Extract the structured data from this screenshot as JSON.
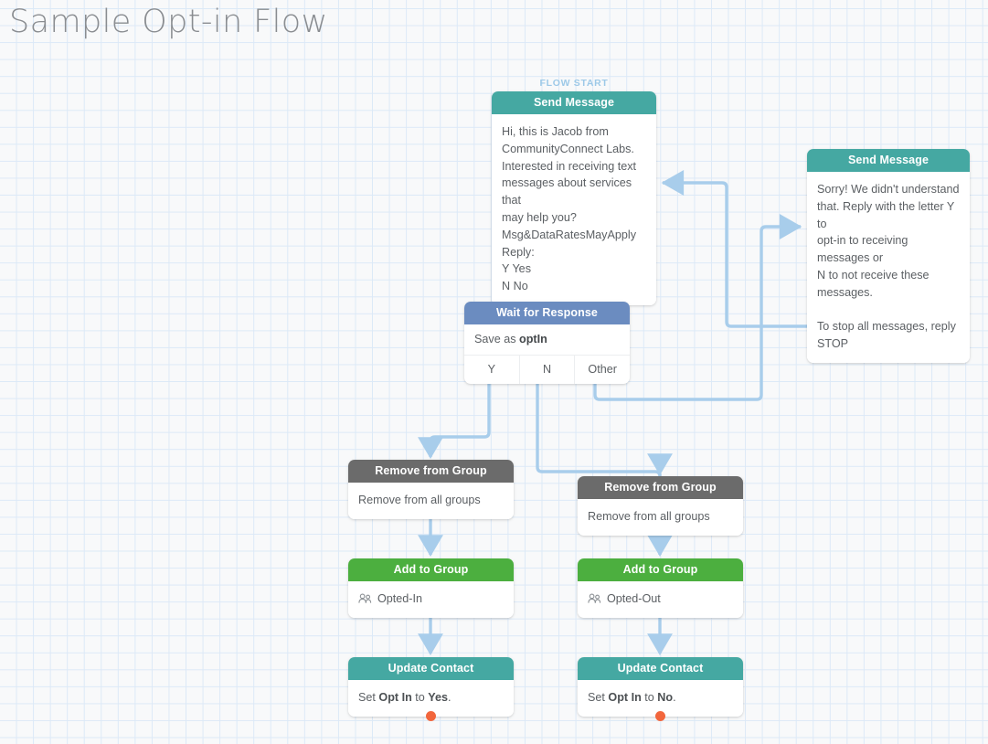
{
  "page": {
    "title": "Sample Opt-in Flow",
    "flow_start_label": "FLOW START"
  },
  "colors": {
    "canvas_bg": "#f8f9fa",
    "grid_line": "#dce9f7",
    "header_teal": "#45a8a2",
    "header_blue": "#6b8cc0",
    "header_gray": "#6b6b6b",
    "header_green": "#4caf3f",
    "connector": "#a8cdeb",
    "dot_orange": "#f2663c",
    "title_gray": "#8a8d91",
    "flow_start_blue": "#9dc9e8"
  },
  "nodes": {
    "send_message_intro": {
      "header": "Send Message",
      "lines": [
        "Hi, this is Jacob from",
        "CommunityConnect Labs.",
        "Interested in receiving text",
        "messages about services that",
        "may help you?",
        "Msg&DataRatesMayApply",
        "Reply:",
        "Y Yes",
        "N No"
      ]
    },
    "send_message_error": {
      "header": "Send Message",
      "lines": [
        "Sorry! We didn't understand",
        "that. Reply with the letter Y to",
        "opt-in to receiving messages or",
        "N to not receive these",
        "messages.",
        "",
        "To stop all messages, reply",
        "STOP"
      ]
    },
    "wait_for_response": {
      "header": "Wait for Response",
      "save_as_prefix": "Save as ",
      "save_as_variable": "optIn",
      "branches": [
        "Y",
        "N",
        "Other"
      ]
    },
    "remove_from_group_left": {
      "header": "Remove from Group",
      "body": "Remove from all groups"
    },
    "remove_from_group_right": {
      "header": "Remove from Group",
      "body": "Remove from all groups"
    },
    "add_to_group_left": {
      "header": "Add to Group",
      "group_name": "Opted-In",
      "icon": "people-icon"
    },
    "add_to_group_right": {
      "header": "Add to Group",
      "group_name": "Opted-Out",
      "icon": "people-icon"
    },
    "update_contact_left": {
      "header": "Update Contact",
      "prefix": "Set ",
      "field": "Opt In",
      "middle": " to ",
      "value": "Yes",
      "suffix": "."
    },
    "update_contact_right": {
      "header": "Update Contact",
      "prefix": "Set ",
      "field": "Opt In",
      "middle": " to ",
      "value": "No",
      "suffix": "."
    }
  }
}
